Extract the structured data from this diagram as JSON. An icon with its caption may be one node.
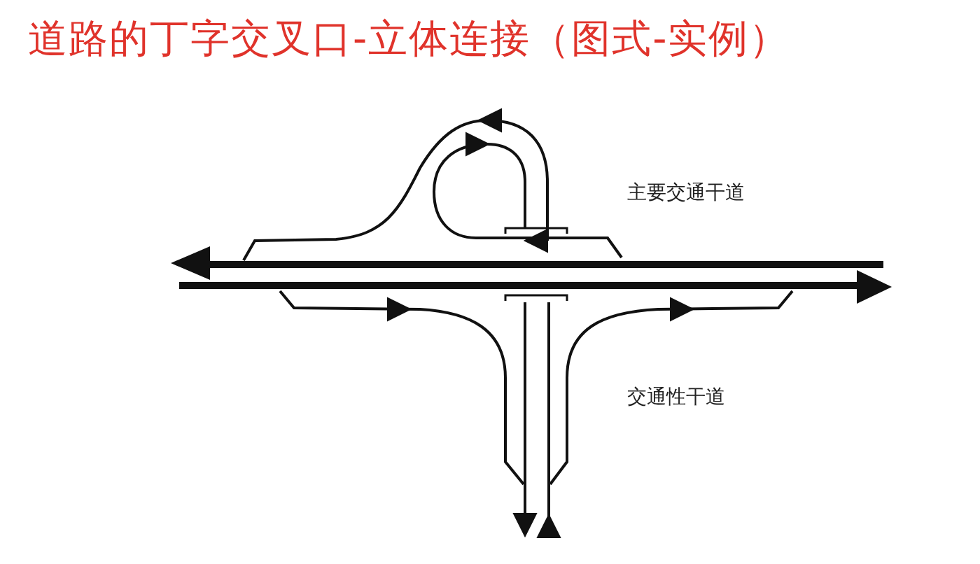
{
  "diagram": {
    "title": "道路的丁字交叉口-立体连接（图式-实例）",
    "labels": [
      "主要交通干道",
      "交通性干道"
    ]
  }
}
